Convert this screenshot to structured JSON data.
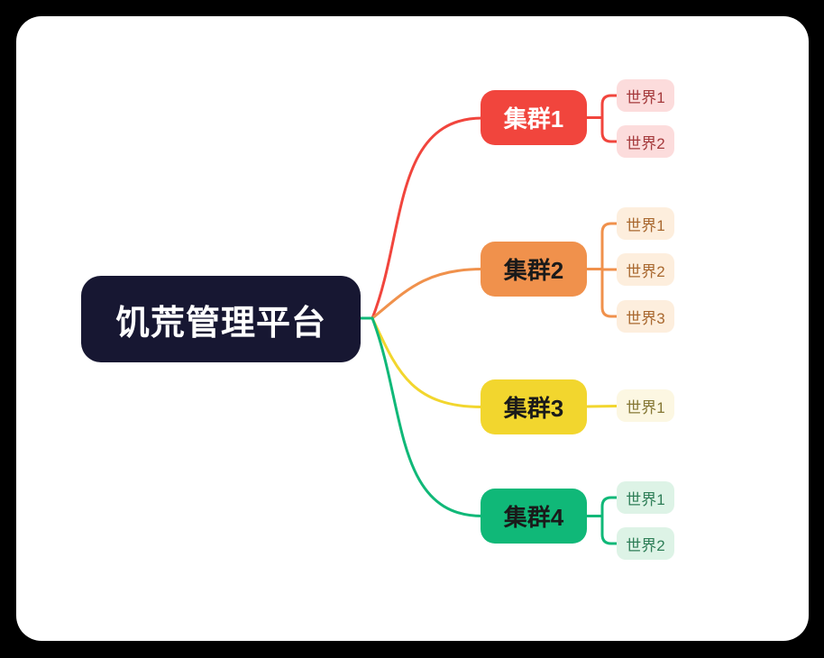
{
  "canvas": {
    "outer_background": "#000000",
    "card_background": "#ffffff"
  },
  "mindmap": {
    "root": {
      "label": "饥荒管理平台",
      "bg_color": "#171732",
      "text_color": "#ffffff"
    },
    "clusters": [
      {
        "label": "集群1",
        "color": "#f1453d",
        "text_color": "#ffffff",
        "world_bg_color": "#fcdcdc",
        "world_text_color": "#a53a3c",
        "worlds": [
          "世界1",
          "世界2"
        ]
      },
      {
        "label": "集群2",
        "color": "#f0914c",
        "text_color": "#1a1a1a",
        "world_bg_color": "#fdeedd",
        "world_text_color": "#a9682f",
        "worlds": [
          "世界1",
          "世界2",
          "世界3"
        ]
      },
      {
        "label": "集群3",
        "color": "#f2d62e",
        "text_color": "#1a1a1a",
        "world_bg_color": "#fcf7e2",
        "world_text_color": "#857734",
        "worlds": [
          "世界1"
        ]
      },
      {
        "label": "集群4",
        "color": "#10b878",
        "text_color": "#1a1a1a",
        "world_bg_color": "#ddf3e6",
        "world_text_color": "#2e7e57",
        "worlds": [
          "世界1",
          "世界2"
        ]
      }
    ]
  }
}
